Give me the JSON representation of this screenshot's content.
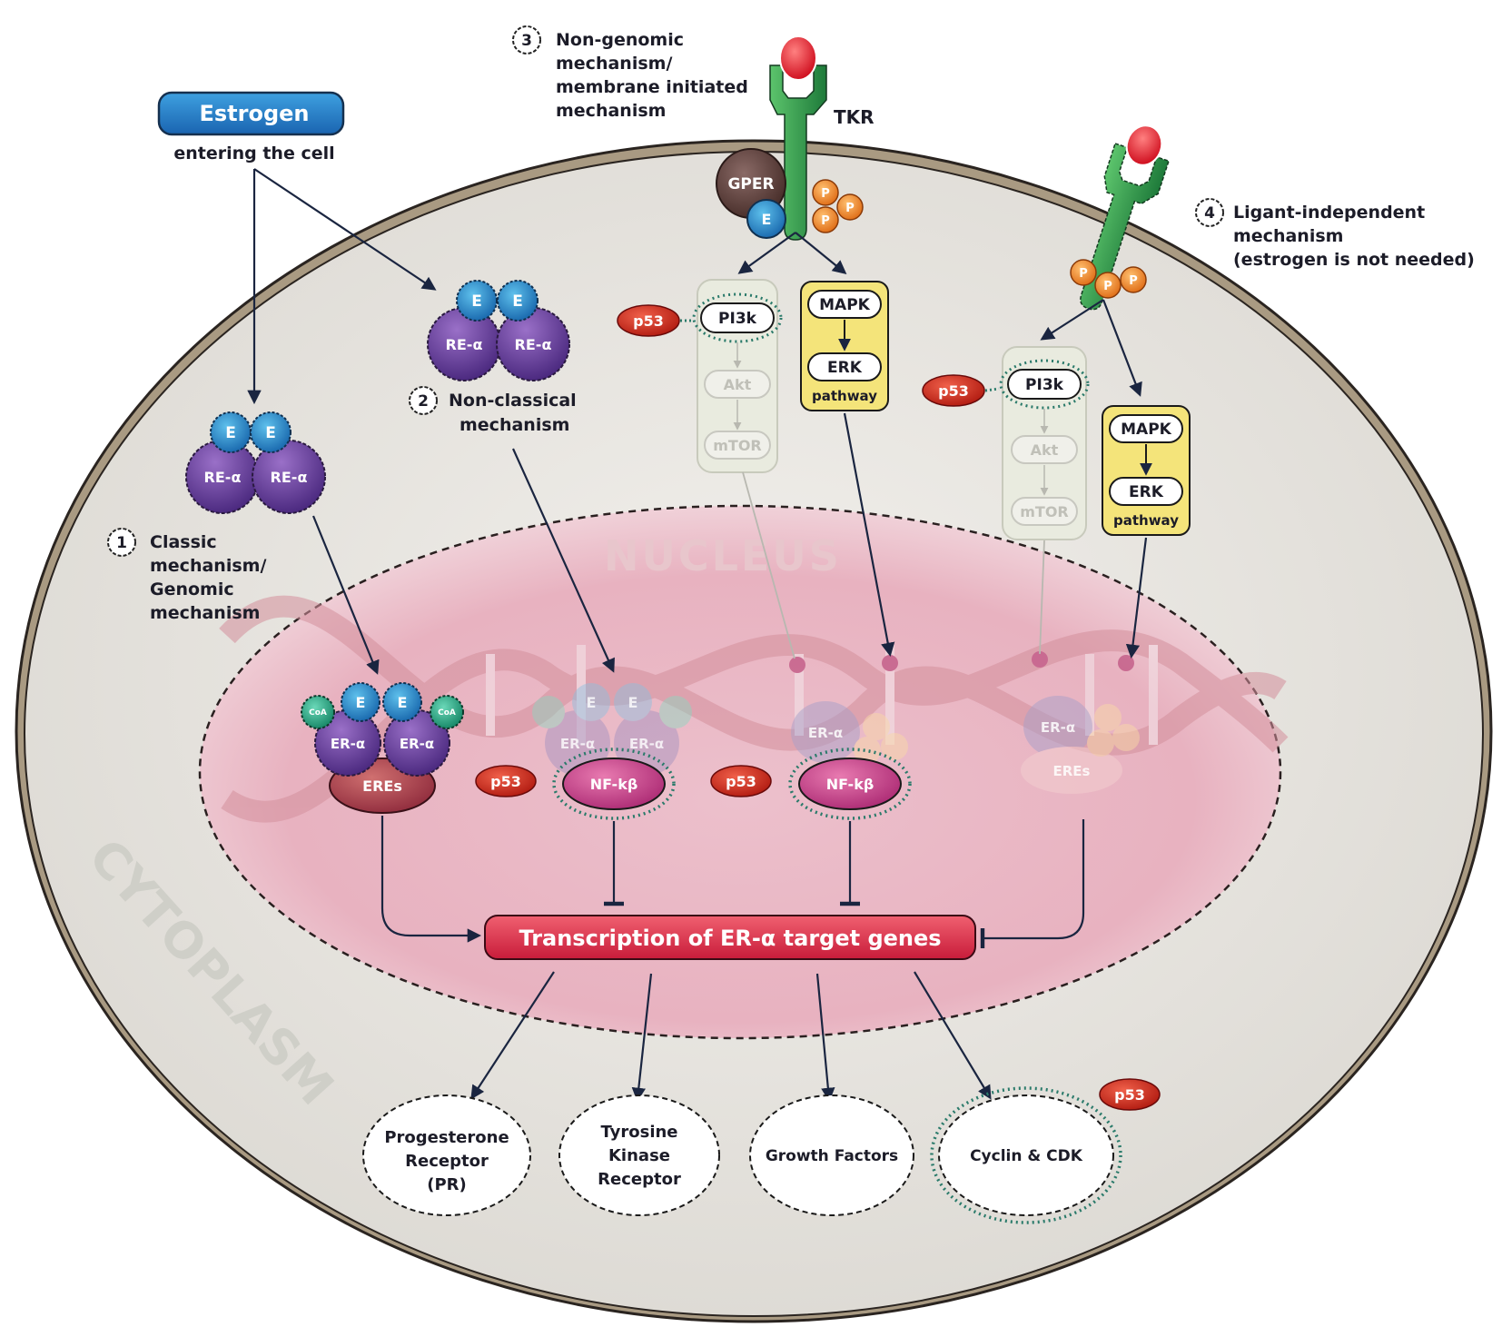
{
  "title": "Estrogen receptor signaling mechanisms",
  "estrogen": {
    "label": "Estrogen",
    "caption": "entering the cell"
  },
  "regions": {
    "cytoplasm": "CYTOPLASM",
    "nucleus": "NUCLEUS"
  },
  "mechanisms": [
    {
      "number": "1",
      "lines": [
        "Classic",
        "mechanism/",
        "Genomic",
        "mechanism"
      ]
    },
    {
      "number": "2",
      "lines": [
        "Non-classical",
        "mechanism"
      ]
    },
    {
      "number": "3",
      "lines": [
        "Non-genomic",
        "mechanism/",
        "membrane initiated",
        "mechanism"
      ]
    },
    {
      "number": "4",
      "lines": [
        "Ligant-independent",
        "mechanism",
        "(estrogen is not needed)"
      ]
    }
  ],
  "receptors": {
    "tkr": "TKR",
    "gper": "GPER"
  },
  "molecules": {
    "e": "E",
    "p": "P",
    "re_alpha": "RE-α",
    "er_alpha": "ER-α",
    "coa": "CoA",
    "eres": "EREs",
    "nfkb": "NF-kβ",
    "p53": "p53"
  },
  "pathways": {
    "pi3k": "PI3k",
    "akt": "Akt",
    "mtor": "mTOR",
    "mapk": "MAPK",
    "erk": "ERK",
    "pathway": "pathway"
  },
  "transcription": {
    "label": "Transcription of ER-α target genes"
  },
  "targets": [
    {
      "lines": [
        "Progesterone",
        "Receptor",
        "(PR)"
      ]
    },
    {
      "lines": [
        "Tyrosine",
        "Kinase",
        "Receptor"
      ]
    },
    {
      "lines": [
        "Growth Factors"
      ]
    },
    {
      "lines": [
        "Cyclin & CDK"
      ]
    }
  ],
  "colors": {
    "membrane": "#a99a82",
    "cytoplasm": "#e4e2de",
    "nucleus": "#e8b8c4",
    "estrogen_blue": "#2a7fc4",
    "receptor_purple": "#6a3d9a",
    "p53_red": "#d42a1a",
    "p_orange": "#f08a2a",
    "tkr_green": "#2e9a4a",
    "transcription_red": "#d8304a",
    "pathway_yellow": "#f4e47a"
  }
}
